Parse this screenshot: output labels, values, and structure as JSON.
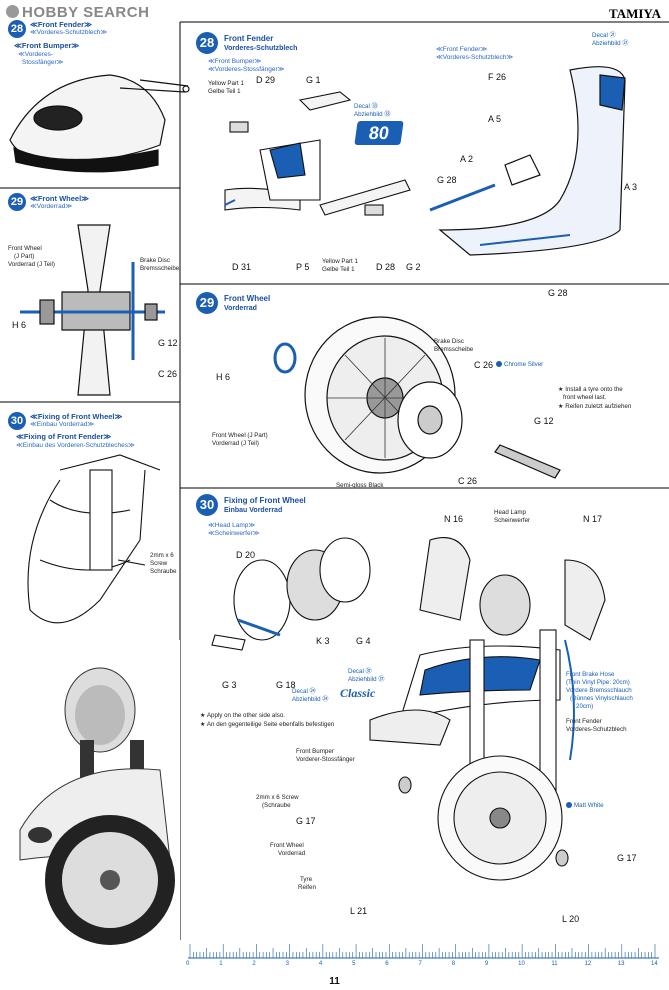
{
  "watermark": "HOBBY SEARCH",
  "brand": "TAMIYA",
  "page_number": "11",
  "accent_color": "#1a5fb4",
  "left": {
    "s28": {
      "num": "28",
      "title": "≪Front Fender≫",
      "title_de": "≪Vorderes-Schutzblech≫",
      "sub1": "≪Front Bumper≫",
      "sub1_de_1": "≪Vorderes-",
      "sub1_de_2": "Stossfänger≫"
    },
    "s29": {
      "num": "29",
      "title": "≪Front Wheel≫",
      "title_de": "≪Vorderrad≫",
      "fw_1": "Front Wheel",
      "fw_2": "(J Part)",
      "fw_3": "Vorderrad (J Teil)",
      "bd_1": "Brake Disc",
      "bd_2": "Bremsscheibe",
      "h6": "H 6",
      "g12": "G 12",
      "c26": "C 26"
    },
    "s30": {
      "num": "30",
      "title": "≪Fixing of Front Wheel≫",
      "title_de": "≪Einbau Vorderrad≫",
      "sub1": "≪Fixing of Front Fender≫",
      "sub1_de": "≪Einbau des Vorderen-Schutzbleches≫",
      "screw_1": "2mm x 6",
      "screw_2": "Screw",
      "screw_3": "Schraube"
    }
  },
  "s28": {
    "num": "28",
    "title": "Front Fender",
    "title_de": "Vorderes-Schutzblech",
    "sub1": "≪Front Bumper≫",
    "sub1_de": "≪Vorderes-Stossfänger≫",
    "yp1_1": "Yellow Part 1",
    "yp1_2": "Gelbe Teil 1",
    "d29": "D 29",
    "g1": "G 1",
    "decal33_1": "Decal ㉝",
    "decal33_2": "Abziehbild ㉝",
    "decal80": "80",
    "d31": "D 31",
    "p5": "P 5",
    "yp2_1": "Yellow Part 1",
    "yp2_2": "Gelbe Teil 1",
    "d28": "D 28",
    "g2": "G 2",
    "fender_1": "≪Front Fender≫",
    "fender_2": "≪Vorderes-Schutzblech≫",
    "decal21_1": "Decal ㉑",
    "decal21_2": "Abziehbild ㉑",
    "f26": "F 26",
    "a5": "A 5",
    "a2": "A 2",
    "g28a": "G 28",
    "a3": "A 3",
    "g28b": "G 28"
  },
  "s29": {
    "num": "29",
    "title": "Front Wheel",
    "title_de": "Vorderrad",
    "bd_1": "Brake Disc",
    "bd_2": "Bremsscheibe",
    "c26a": "C 26",
    "chrome": "Chrome Silver",
    "h6": "H 6",
    "note_1": "★ Install a tyre onto the",
    "note_2": "front wheel last.",
    "note_3": "★ Reifen zuletzt aufziehen",
    "g12": "G 12",
    "fw_1": "Front Wheel (J Part)",
    "fw_2": "Vorderrad (J Teil)",
    "c26b": "C 26",
    "semigloss": "Semi-gloss Black"
  },
  "s30": {
    "num": "30",
    "title": "Fixing of Front Wheel",
    "title_de": "Einbau Vorderrad",
    "sub1": "≪Head Lamp≫",
    "sub1_de": "≪Scheinwerfer≫",
    "d20": "D 20",
    "n16": "N 16",
    "hl_1": "Head Lamp",
    "hl_2": "Scheinwerfer",
    "n17": "N 17",
    "k3": "K 3",
    "g4": "G 4",
    "g3": "G 3",
    "g18": "G 18",
    "decal37_1": "Decal ㊲",
    "decal37_2": "Abziehbild ㊲",
    "decal24_1": "Decal ㉔",
    "decal24_2": "Abziehbild ㉔",
    "classic": "Classic",
    "note_1": "★ Apply on the other side also.",
    "note_2": "★ An den gegenteilige Seite ebenfalls befestigen",
    "brake_1": "Front Brake Hose",
    "brake_2": "(Thin Vinyl Pipe: 20cm)",
    "brake_3": "Vordere Bremsschlauch",
    "brake_4": "(Dünnes Vinylschlauch",
    "brake_5": "20cm)",
    "ff_1": "Front Fender",
    "ff_2": "Vorderes-Schutzblech",
    "fb_1": "Front Bumper",
    "fb_2": "Vorderer-Stossfänger",
    "screw_1": "2mm x 6 Screw",
    "screw_2": "(Schraube",
    "g17a": "G 17",
    "matt": "Matt White",
    "fw_1": "Front Wheel",
    "fw_2": "Vorderrad",
    "g17b": "G 17",
    "tyre_1": "Tyre",
    "tyre_2": "Reifen",
    "l21": "L 21",
    "l20": "L 20"
  },
  "ruler": {
    "ticks": [
      "0",
      "1",
      "2",
      "3",
      "4",
      "5",
      "6",
      "7",
      "8",
      "9",
      "10",
      "11",
      "12",
      "13",
      "14"
    ]
  }
}
